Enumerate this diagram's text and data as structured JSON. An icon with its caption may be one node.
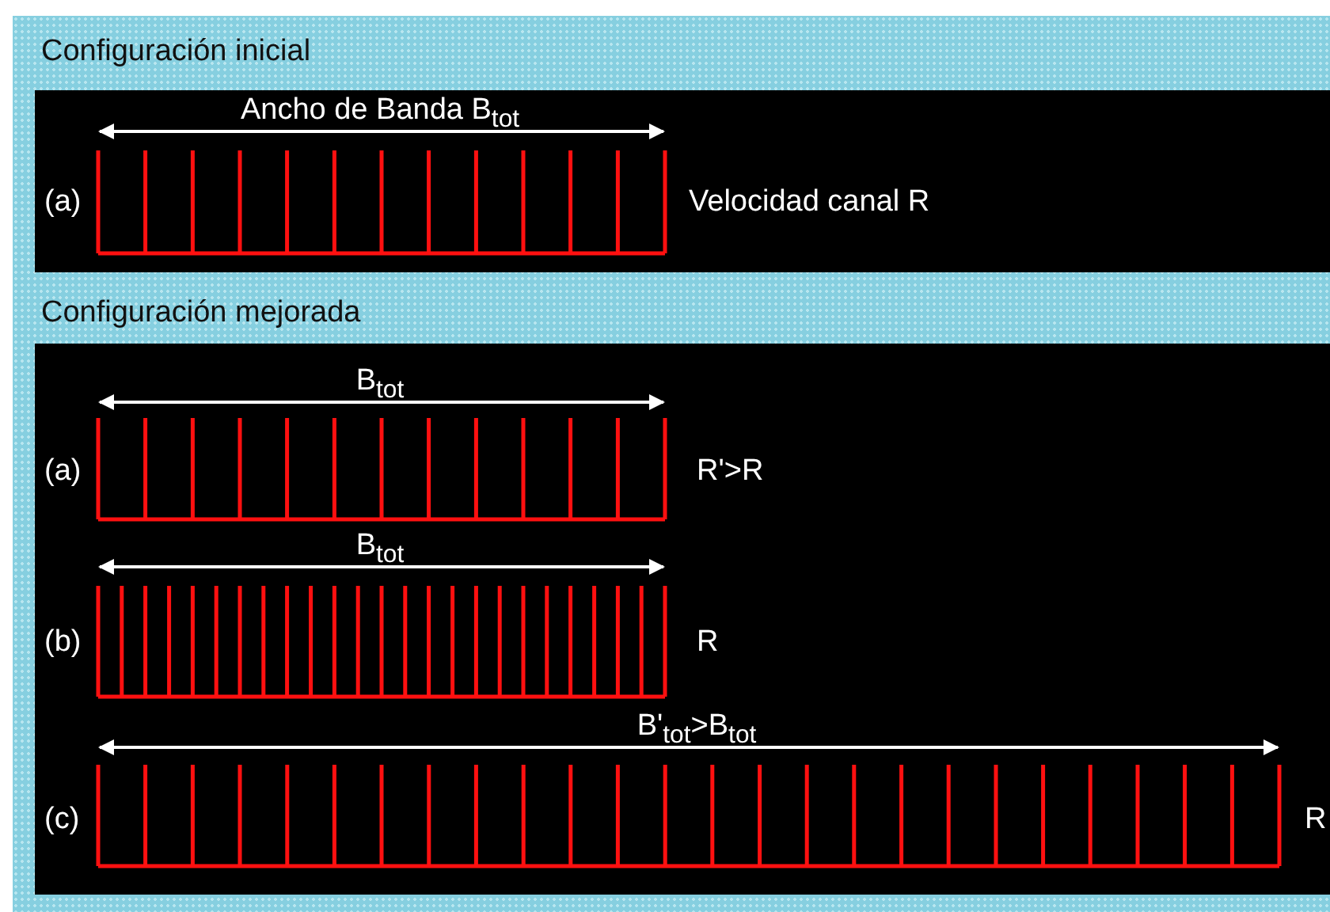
{
  "diagram": {
    "labels": [
      "Configuración inicial",
      "Ancho de Banda B$_{tot}$",
      "(a)",
      "Velocidad canal R",
      "Configuración mejorada",
      "B$_{tot}$",
      "(a)",
      "R'>R",
      "B$_{tot}$",
      "(b)",
      "R",
      "B'$_{tot}$>B$_{tot}$",
      "(c)",
      "R"
    ]
  }
}
